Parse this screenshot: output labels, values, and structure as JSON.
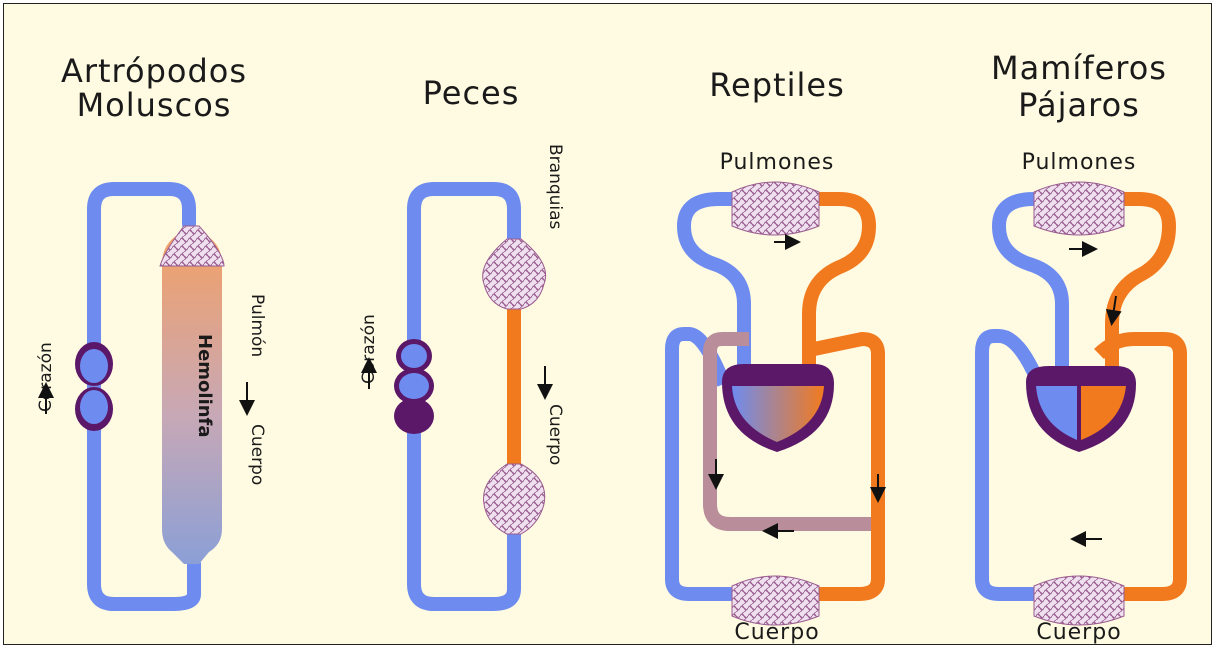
{
  "titles": {
    "arthropods_line1": "Artrópodos",
    "arthropods_line2": "Moluscos",
    "fish": "Peces",
    "reptiles": "Reptiles",
    "mammals_line1": "Mamíferos",
    "mammals_line2": "Pájaros"
  },
  "labels": {
    "corazon": "Corazón",
    "pulmon": "Pulmón",
    "cuerpo": "Cuerpo",
    "hemolinfa": "Hemolinfa",
    "branquias": "Branquias",
    "pulmones": "Pulmones"
  },
  "colors": {
    "deoxygenated": "#6e8cf0",
    "oxygenated": "#f27a1e",
    "heart_wall": "#5b1768",
    "mixed": "#b98d9a",
    "capillary": "#e8d8ea",
    "background": "#fffbe2"
  }
}
